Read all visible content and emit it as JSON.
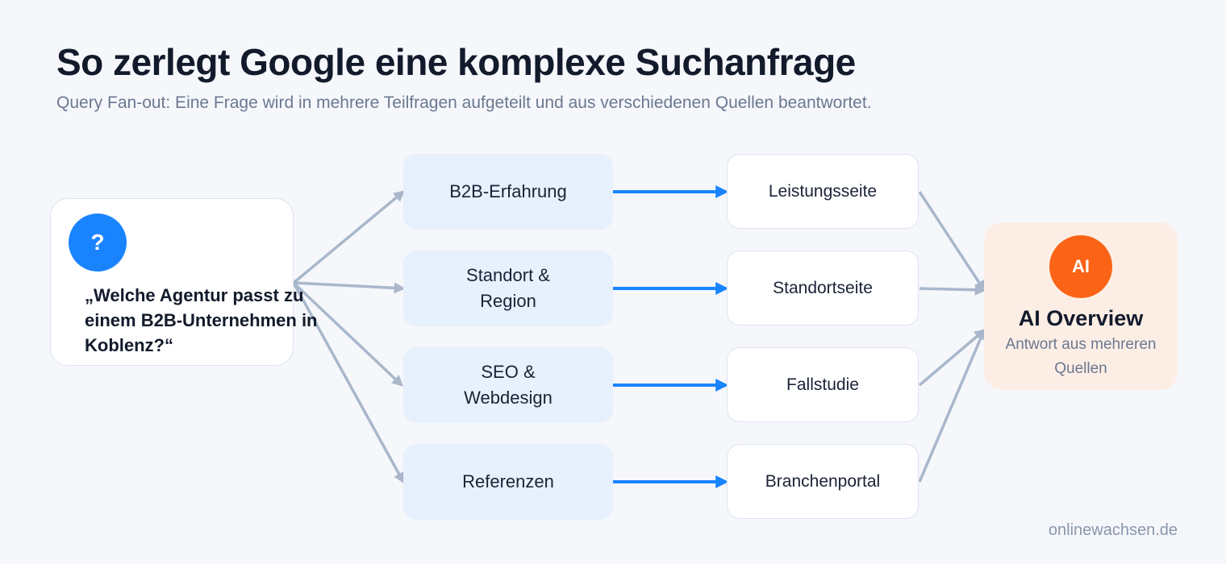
{
  "title": "So zerlegt Google eine komplexe Suchanfrage",
  "subtitle": "Query Fan-out: Eine Frage wird in mehrere Teilfragen aufgeteilt und aus verschiedenen Quellen beantwortet.",
  "query": {
    "icon": "question-mark-icon",
    "icon_label": "?",
    "text": "„Welche Agentur passt zu einem B2B-Unternehmen in Koblenz?“"
  },
  "subqueries": [
    "B2B-Erfahrung",
    "Standort & Region",
    "SEO & Webdesign",
    "Referenzen"
  ],
  "sources": [
    "Leistungsseite",
    "Standortseite",
    "Fallstudie",
    "Branchenportal"
  ],
  "ai_overview": {
    "icon_label": "AI",
    "title": "AI Overview",
    "subtitle": "Antwort aus mehreren Quellen"
  },
  "footer": "onlinewachsen.de",
  "colors": {
    "background": "#f5f7fb",
    "accent_blue": "#1a84ff",
    "accent_orange": "#fb6316",
    "subquery_fill": "#e7f0fd",
    "ai_fill": "#fdeee5",
    "connector_gray": "#a9b7cb"
  }
}
